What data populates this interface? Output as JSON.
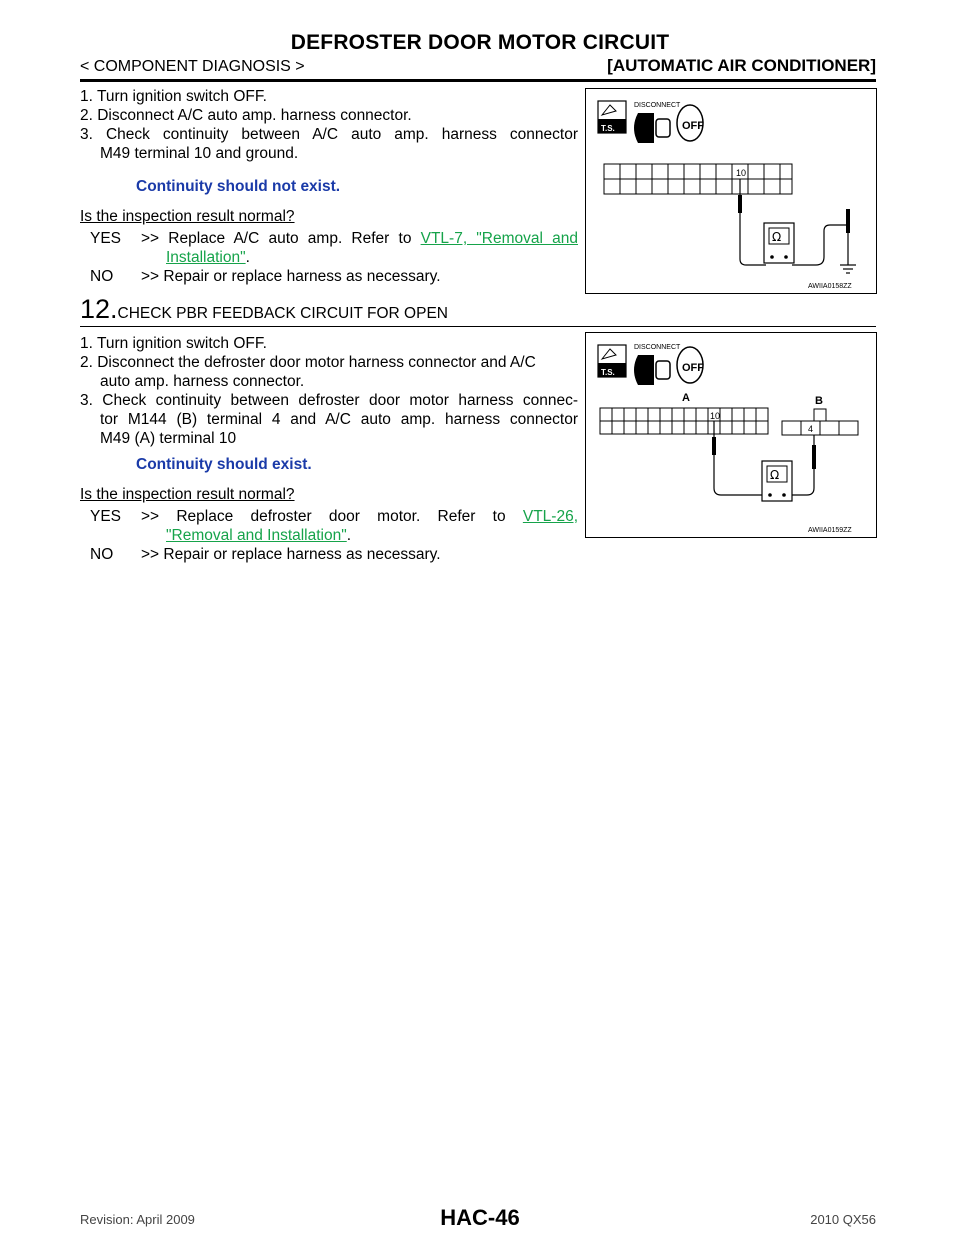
{
  "header": {
    "title": "DEFROSTER DOOR MOTOR CIRCUIT",
    "left": "< COMPONENT DIAGNOSIS >",
    "right": "[AUTOMATIC AIR CONDITIONER]"
  },
  "section1": {
    "steps": [
      "1. Turn ignition switch OFF.",
      "2. Disconnect A/C auto amp. harness connector.",
      "3. Check continuity between A/C auto amp. harness connector",
      "M49 terminal 10 and ground."
    ],
    "spec": "Continuity should not exist.",
    "question": "Is the inspection result normal?",
    "yes_label": "YES",
    "yes_text": ">> Replace A/C auto amp. Refer to",
    "yes_link_1": "VTL-7, \"Removal and",
    "yes_link_2": "Installation\"",
    "yes_end": ".",
    "no_label": "NO",
    "no_text": ">> Repair or replace harness as necessary.",
    "figure": {
      "id": "AWIIA0158ZZ",
      "disconnect": "DISCONNECT",
      "ts": "T.S.",
      "off": "OFF",
      "terminal": "10",
      "ohm": "Ω"
    }
  },
  "section2": {
    "step_number": "12.",
    "step_title": "CHECK PBR FEEDBACK CIRCUIT FOR OPEN",
    "steps": [
      "1. Turn ignition switch OFF.",
      "2. Disconnect the defroster door motor harness connector and A/C",
      "auto amp. harness connector.",
      "3. Check continuity between defroster door motor harness connec-",
      "tor M144 (B) terminal 4 and A/C auto amp. harness connector",
      "M49 (A) terminal 10"
    ],
    "spec": "Continuity should exist.",
    "question": "Is the inspection result normal?",
    "yes_label": "YES",
    "yes_text": ">> Replace defroster door motor. Refer to",
    "yes_link_1": "VTL-26,",
    "yes_link_2": "\"Removal and Installation\"",
    "yes_end": ".",
    "no_label": "NO",
    "no_text": ">> Repair or replace harness as necessary.",
    "figure": {
      "id": "AWIIA0159ZZ",
      "disconnect": "DISCONNECT",
      "ts": "T.S.",
      "off": "OFF",
      "label_a": "A",
      "label_b": "B",
      "terminal_a": "10",
      "terminal_b": "4",
      "ohm": "Ω"
    }
  },
  "footer": {
    "revision": "Revision: April 2009",
    "page": "HAC-46",
    "model": "2010 QX56"
  }
}
